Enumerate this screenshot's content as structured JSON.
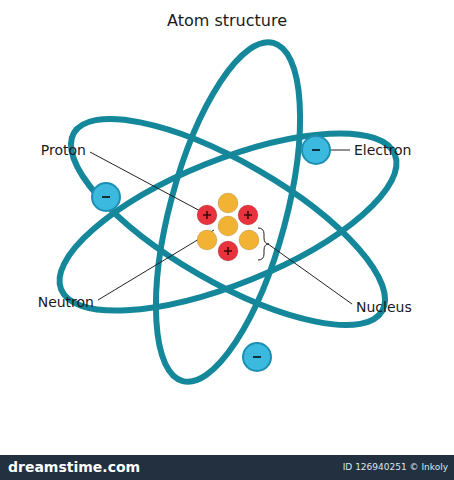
{
  "diagram": {
    "title": "Atom structure",
    "labels": [
      "Proton",
      "Electron",
      "Neutron",
      "Nucleus",
      "dreamstime.com",
      "ID 126940251 © Inkoly"
    ]
  }
}
